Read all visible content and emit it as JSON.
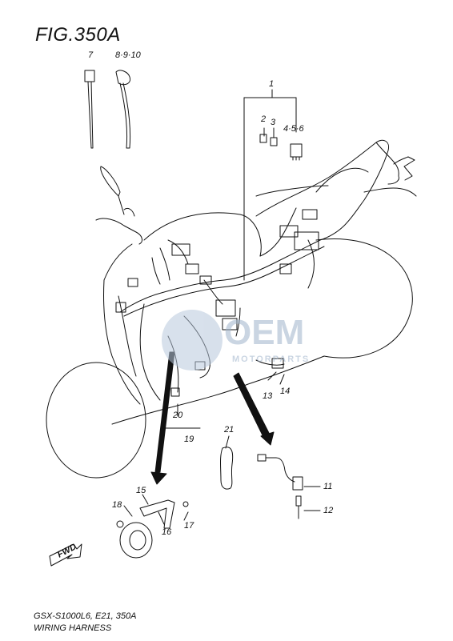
{
  "figure_title": "FIG.350A",
  "footer": {
    "model_code": "GSX-S1000L6, E21, 350A",
    "section_name": "WIRING HARNESS"
  },
  "watermark": {
    "brand": "OEM",
    "sub": "MOTORPARTS"
  },
  "direction_tag": "FWD",
  "callouts": [
    {
      "id": "c7",
      "label": "7"
    },
    {
      "id": "c8-9-10",
      "label": "8·9·10"
    },
    {
      "id": "c1",
      "label": "1"
    },
    {
      "id": "c2",
      "label": "2"
    },
    {
      "id": "c3",
      "label": "3"
    },
    {
      "id": "c4-5-6",
      "label": "4·5·6"
    },
    {
      "id": "c13",
      "label": "13"
    },
    {
      "id": "c14",
      "label": "14"
    },
    {
      "id": "c20",
      "label": "20"
    },
    {
      "id": "c19",
      "label": "19"
    },
    {
      "id": "c21",
      "label": "21"
    },
    {
      "id": "c11",
      "label": "11"
    },
    {
      "id": "c12",
      "label": "12"
    },
    {
      "id": "c15",
      "label": "15"
    },
    {
      "id": "c18",
      "label": "18"
    },
    {
      "id": "c17",
      "label": "17"
    },
    {
      "id": "c16",
      "label": "16"
    }
  ],
  "colors": {
    "line": "#111111",
    "watermark": "#9fb4cc"
  }
}
